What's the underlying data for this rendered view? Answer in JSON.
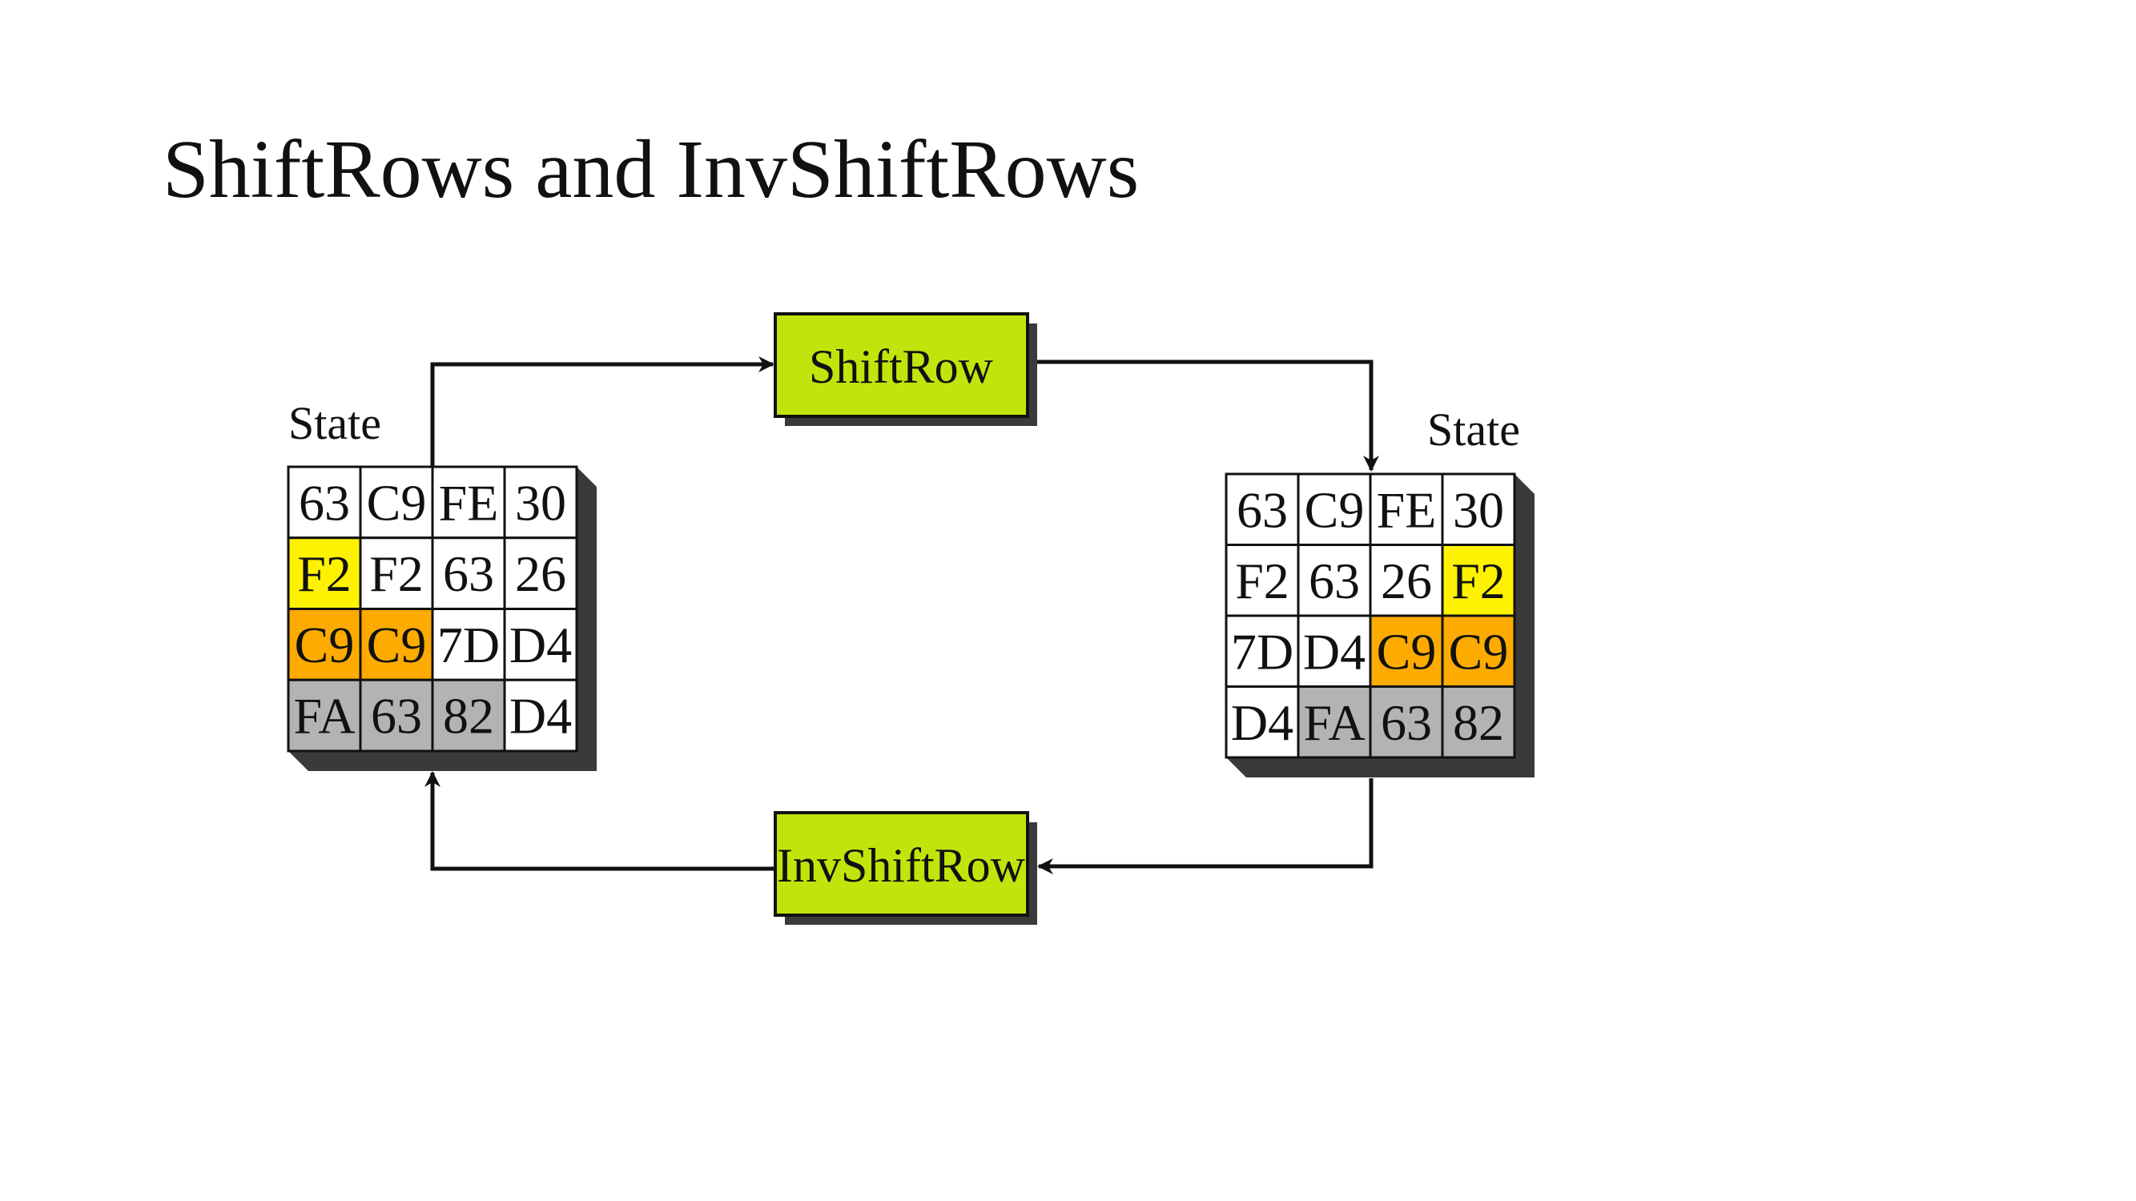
{
  "title": "ShiftRows and InvShiftRows",
  "colors": {
    "white": "#ffffff",
    "yellow": "#fff200",
    "orange": "#fdab00",
    "gray": "#b3b3b3",
    "op_box": "#c2e40c",
    "shadow": "#3a3a3a"
  },
  "left_state": {
    "label": "State",
    "rows": [
      [
        "63",
        "C9",
        "FE",
        "30"
      ],
      [
        "F2",
        "F2",
        "63",
        "26"
      ],
      [
        "C9",
        "C9",
        "7D",
        "D4"
      ],
      [
        "FA",
        "63",
        "82",
        "D4"
      ]
    ],
    "fills": [
      [
        "white",
        "white",
        "white",
        "white"
      ],
      [
        "yellow",
        "white",
        "white",
        "white"
      ],
      [
        "orange",
        "orange",
        "white",
        "white"
      ],
      [
        "gray",
        "gray",
        "gray",
        "white"
      ]
    ]
  },
  "right_state": {
    "label": "State",
    "rows": [
      [
        "63",
        "C9",
        "FE",
        "30"
      ],
      [
        "F2",
        "63",
        "26",
        "F2"
      ],
      [
        "7D",
        "D4",
        "C9",
        "C9"
      ],
      [
        "D4",
        "FA",
        "63",
        "82"
      ]
    ],
    "fills": [
      [
        "white",
        "white",
        "white",
        "white"
      ],
      [
        "white",
        "white",
        "white",
        "yellow"
      ],
      [
        "white",
        "white",
        "orange",
        "orange"
      ],
      [
        "white",
        "gray",
        "gray",
        "gray"
      ]
    ]
  },
  "ops": {
    "forward": "ShiftRow",
    "inverse": "InvShiftRow"
  }
}
